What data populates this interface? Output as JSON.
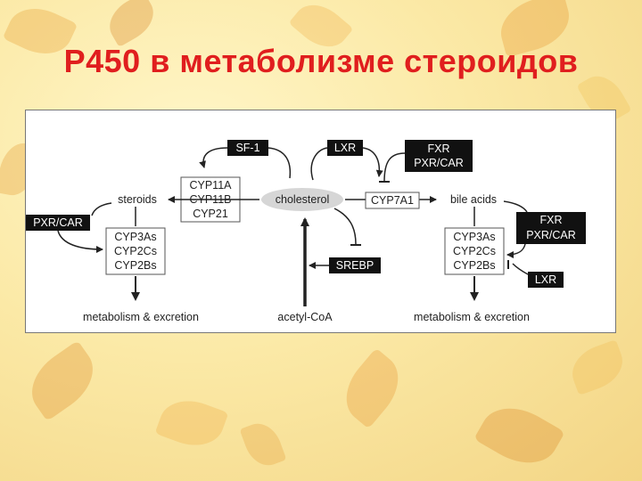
{
  "title": "P450 в метаболизме стероидов",
  "diagram": {
    "sf1": "SF-1",
    "lxr_top": "LXR",
    "fxr_top_1": "FXR",
    "fxr_top_2": "PXR/CAR",
    "cyp11a": "CYP11A",
    "cyp11b": "CYP11B",
    "cyp21": "CYP21",
    "steroids": "steroids",
    "cholesterol": "cholesterol",
    "cyp7a1": "CYP7A1",
    "bile_acids": "bile acids",
    "pxr_car_left": "PXR/CAR",
    "fxr_right_1": "FXR",
    "fxr_right_2": "PXR/CAR",
    "left_cyp3as": "CYP3As",
    "left_cyp2cs": "CYP2Cs",
    "left_cyp2bs": "CYP2Bs",
    "right_cyp3as": "CYP3As",
    "right_cyp2cs": "CYP2Cs",
    "right_cyp2bs": "CYP2Bs",
    "srebp": "SREBP",
    "lxr_right": "LXR",
    "metabolism_left": "metabolism & excretion",
    "acetyl_coa": "acetyl-CoA",
    "metabolism_right": "metabolism & excretion"
  },
  "colors": {
    "title": "#e01e1e",
    "dark_box": "#111111",
    "ellipse": "#d6d6d6"
  }
}
